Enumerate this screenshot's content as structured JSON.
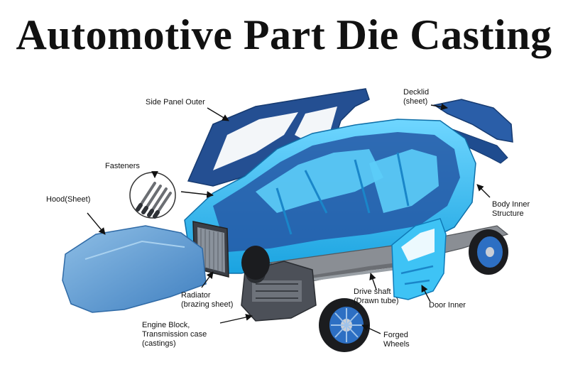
{
  "title": "Automotive Part Die Casting",
  "labels": {
    "side_panel_outer": [
      "Side Panel Outer"
    ],
    "decklid": [
      "Decklid",
      "(sheet)"
    ],
    "fasteners": [
      "Fasteners"
    ],
    "hood": [
      "Hood(Sheet)"
    ],
    "body_inner": [
      "Body Inner",
      "Structure"
    ],
    "radiator": [
      "Radiator",
      "(brazing sheet)"
    ],
    "engine_block": [
      "Engine Block,",
      "Transmission case",
      "(castings)"
    ],
    "drive_shaft": [
      "Drive shaft",
      "(Drawn tube)"
    ],
    "door_inner": [
      "Door Inner"
    ],
    "forged_wheels": [
      "Forged",
      "Wheels"
    ]
  },
  "colors": {
    "light_blue": "#29b8f0",
    "dark_blue": "#1f4c8f",
    "hood_blue": "#4f8cc9",
    "chassis_gray": "#8a8e94"
  }
}
